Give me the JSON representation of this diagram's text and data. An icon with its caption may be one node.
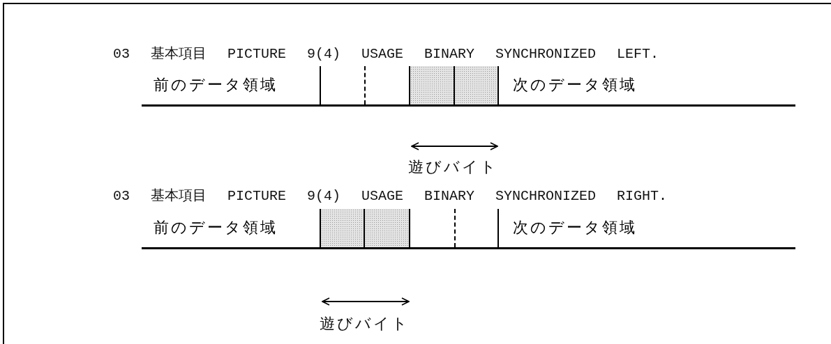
{
  "diagram": {
    "nodes": [
      {
        "text": [
          "前のデータ領域"
        ]
      },
      {
        "text": [],
        "shape": "box"
      },
      {
        "text": [],
        "shape": "box"
      },
      {
        "text": [],
        "shape": "box"
      },
      {
        "text": [
          "次のデータ領域"
        ]
      },
      {
        "text": [
          "前のデータ領域"
        ]
      },
      {
        "text": [],
        "shape": "box"
      },
      {
        "text": [],
        "shape": "box"
      },
      {
        "text": [],
        "shape": "box"
      },
      {
        "text": [
          "次のデータ領域"
        ]
      }
    ],
    "labels": [
      "03 基本項目 PICTURE 9(4) USAGE BINARY SYNCHRONIZED LEFT.",
      "遊びバイト",
      "03 基本項目 PICTURE 9(4) USAGE BINARY SYNCHRONIZED RIGHT.",
      "遊びバイト"
    ]
  }
}
